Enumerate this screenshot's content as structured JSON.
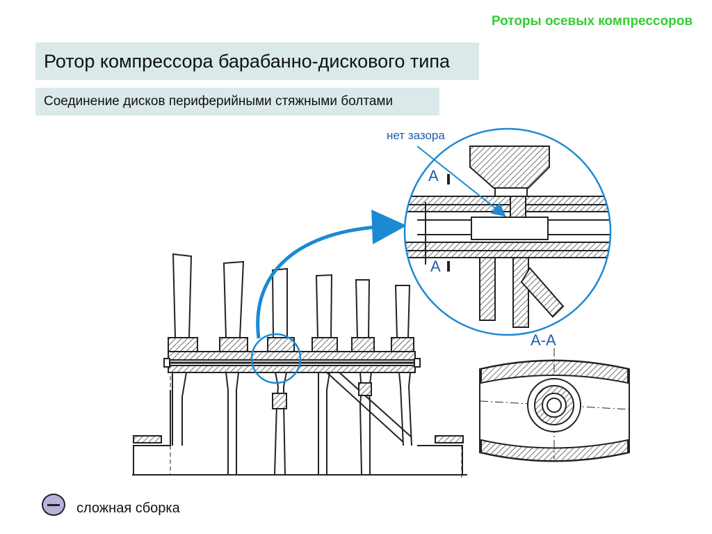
{
  "header": {
    "topic": "Роторы осевых компрессоров",
    "title": "Ротор компрессора барабанно-дискового типа",
    "subtitle": "Соединение дисков периферийными стяжными болтами"
  },
  "drawing": {
    "gap_label": "нет зазора",
    "section_mark_top": "А",
    "section_mark_bottom": "А",
    "section_title": "А-А"
  },
  "footer": {
    "con_label": "сложная сборка"
  },
  "colors": {
    "accent_green": "#33cc33",
    "callout_blue": "#1b8ad3",
    "box_fill": "#dbe9ea"
  }
}
